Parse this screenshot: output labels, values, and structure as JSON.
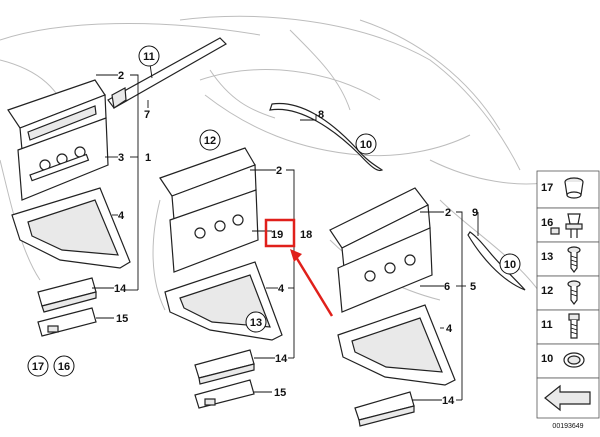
{
  "labels": {
    "c11": "11",
    "c12": "12",
    "c10a": "10",
    "c10b": "10",
    "c13": "13",
    "c17": "17",
    "c16": "16",
    "l2a": "2",
    "l3": "3",
    "l1": "1",
    "l4a": "4",
    "l14a": "14",
    "l15a": "15",
    "l7": "7",
    "l8": "8",
    "l2b": "2",
    "l19": "19",
    "l18": "18",
    "l4b": "4",
    "l14b": "14",
    "l15b": "15",
    "l2c": "2",
    "l9": "9",
    "l6": "6",
    "l5": "5",
    "l4c": "4",
    "l14c": "14"
  },
  "sidebar": [
    "17",
    "16",
    "13",
    "12",
    "11",
    "10"
  ],
  "ref_number": "00193649",
  "colors": {
    "highlight": "#e0201b",
    "line": "#111111"
  }
}
